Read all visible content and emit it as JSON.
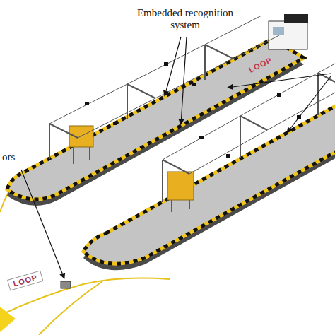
{
  "diagram": {
    "labels": [
      "Embedded recognition system",
      "ors",
      "LOOP",
      "LOOP"
    ]
  }
}
